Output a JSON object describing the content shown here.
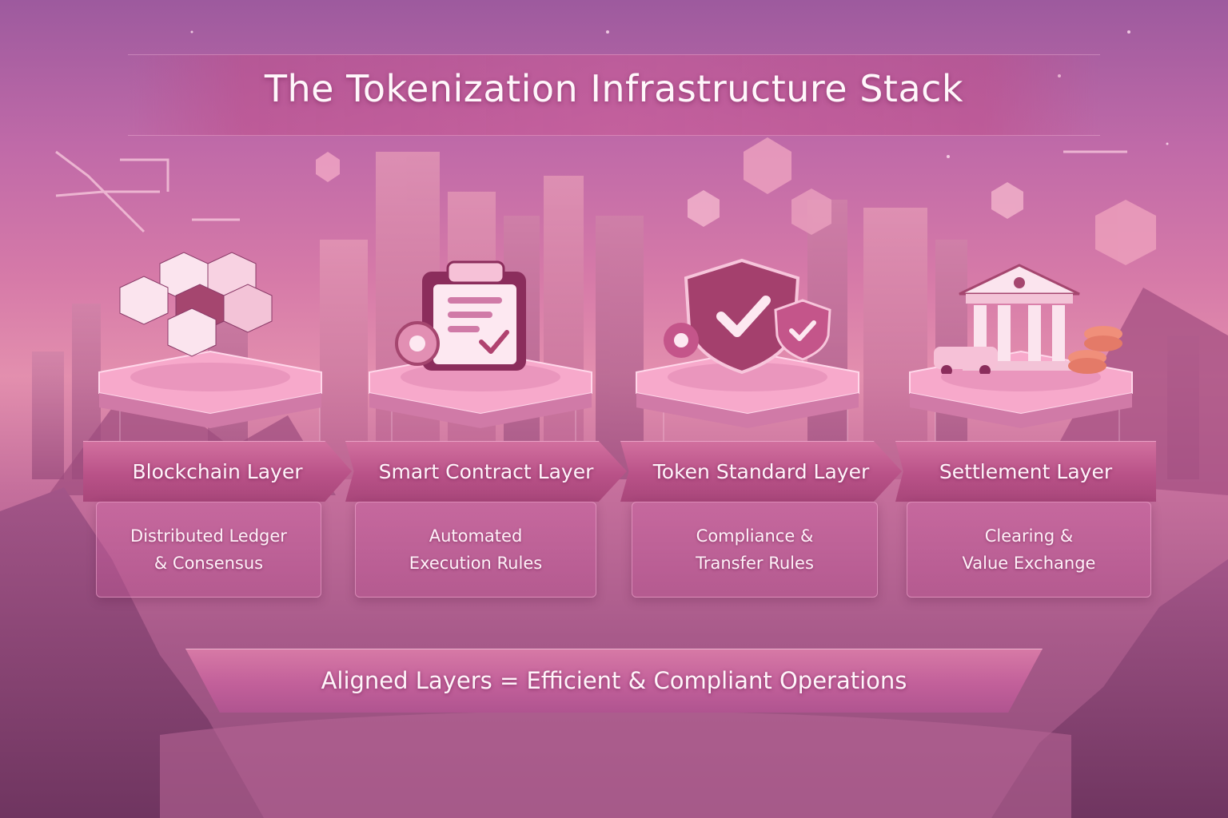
{
  "title": "The Tokenization Infrastructure Stack",
  "layers": [
    {
      "label": "Blockchain Layer",
      "desc_line1": "Distributed Ledger",
      "desc_line2": "& Consensus",
      "icon": "blockchain-cubes-icon"
    },
    {
      "label": "Smart Contract Layer",
      "desc_line1": "Automated",
      "desc_line2": "Execution Rules",
      "icon": "contract-clipboard-gear-icon"
    },
    {
      "label": "Token Standard Layer",
      "desc_line1": "Compliance &",
      "desc_line2": "Transfer Rules",
      "icon": "shield-check-icon"
    },
    {
      "label": "Settlement Layer",
      "desc_line1": "Clearing &",
      "desc_line2": "Value Exchange",
      "icon": "bank-coins-icon"
    }
  ],
  "banner": "Aligned Layers = Efficient & Compliant Operations",
  "colors": {
    "sky_top": "#9d5a9e",
    "sky_mid": "#e38fae",
    "panel": "#b95288",
    "text": "#fff4fa"
  }
}
